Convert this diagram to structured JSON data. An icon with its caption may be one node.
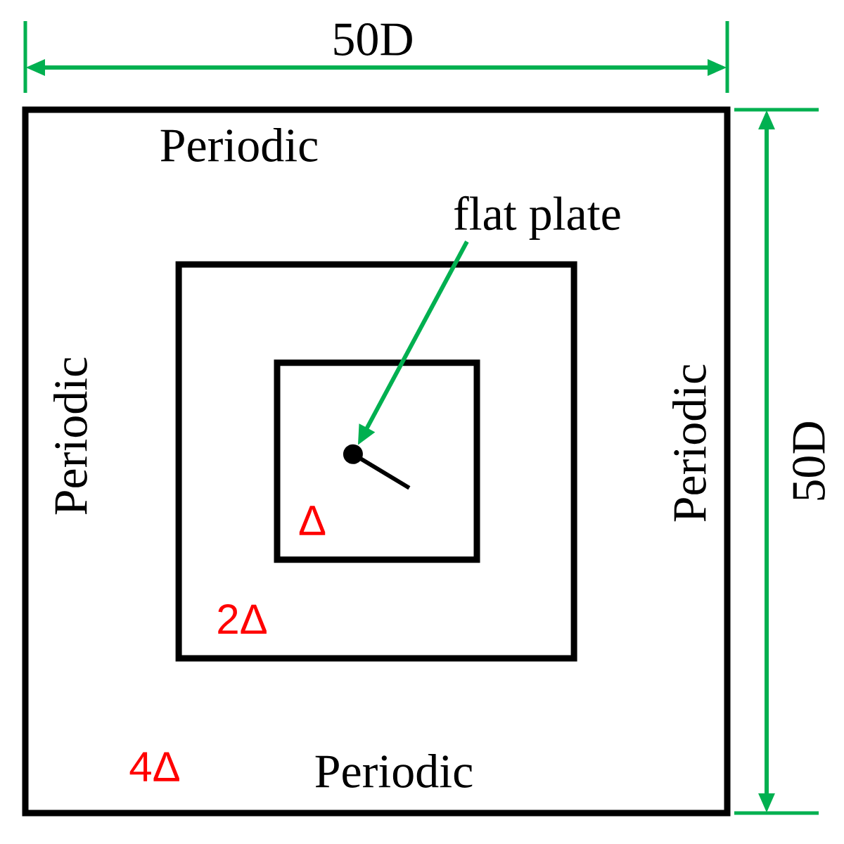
{
  "diagram": {
    "nodes": [
      {
        "text": [
          "Periodic",
          "Periodic",
          "Periodic",
          "Periodic",
          "4Δ"
        ]
      },
      {
        "text": [
          "2Δ"
        ],
        "in": 0
      },
      {
        "text": [
          "Δ"
        ],
        "in": 1
      },
      {
        "text": [
          "flat plate"
        ],
        "in": 0
      },
      {
        "text": [],
        "shape": "bar",
        "in": 2
      }
    ],
    "edges": [
      {
        "from": 3,
        "to": 4,
        "arrow": "to",
        "color": "#00b050"
      }
    ],
    "labels": [
      "50D",
      "50D"
    ]
  }
}
